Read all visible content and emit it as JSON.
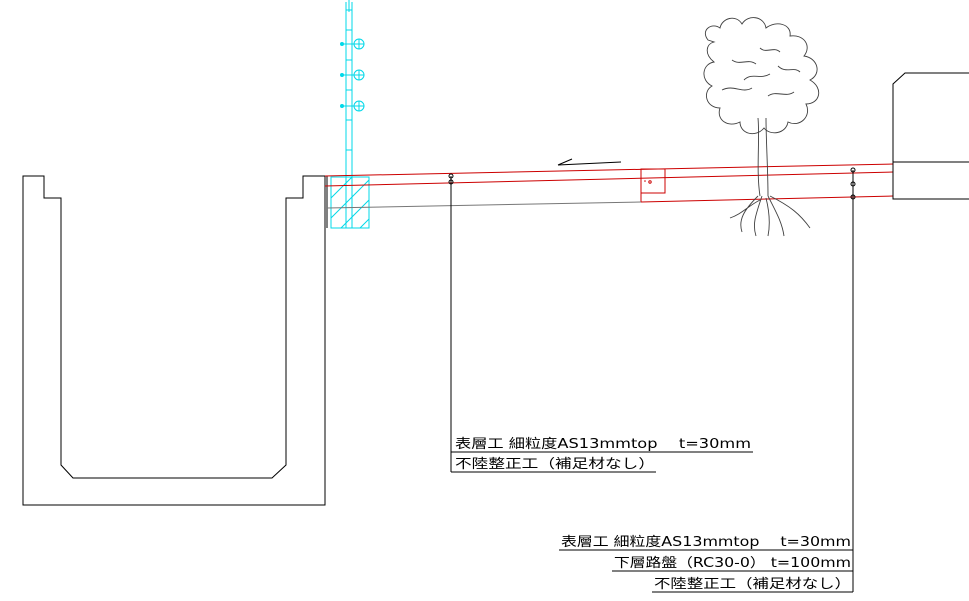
{
  "annotations": {
    "left_callout": {
      "line1": "表層工 細粒度AS13mmtop　 t=30mm",
      "line2": "不陸整正工（補足材なし）"
    },
    "right_callout": {
      "line1": "表層工 細粒度AS13mmtop　 t=30mm",
      "line2": "下層路盤（RC30-0） t=100mm",
      "line3": "不陸整正工（補足材なし）"
    }
  },
  "colors": {
    "outline": "#000000",
    "pavement": "#cc0000",
    "pole": "#00d8e8",
    "tree": "#404040"
  },
  "icons": [
    "slope-arrow-icon",
    "tree-icon",
    "utility-pole-icon"
  ]
}
